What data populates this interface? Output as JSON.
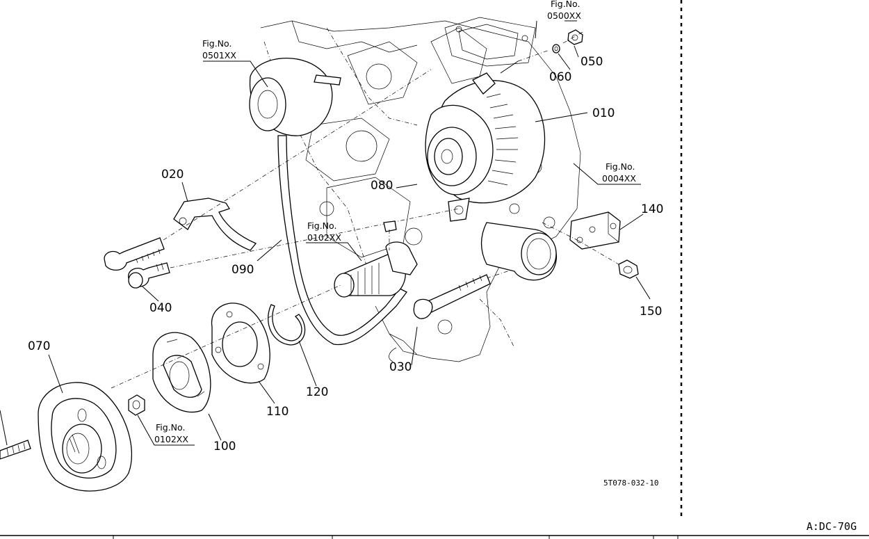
{
  "diagram": {
    "parts": [
      {
        "no": "010"
      },
      {
        "no": "020"
      },
      {
        "no": "030"
      },
      {
        "no": "040"
      },
      {
        "no": "050"
      },
      {
        "no": "060"
      },
      {
        "no": "070"
      },
      {
        "no": "080"
      },
      {
        "no": "090"
      },
      {
        "no": "100"
      },
      {
        "no": "110"
      },
      {
        "no": "120"
      },
      {
        "no": "140"
      },
      {
        "no": "150"
      }
    ],
    "fig_refs": [
      {
        "label": "Fig.No.",
        "code": "0500XX"
      },
      {
        "label": "Fig.No.",
        "code": "0501XX"
      },
      {
        "label": "Fig.No.",
        "code": "0004XX"
      },
      {
        "label": "Fig.No.",
        "code": "0102XX"
      },
      {
        "label": "Fig.No.",
        "code": "0102XX"
      }
    ],
    "drawing_code": "5T078-032-10",
    "sheet_id": "A:DC-70G"
  }
}
